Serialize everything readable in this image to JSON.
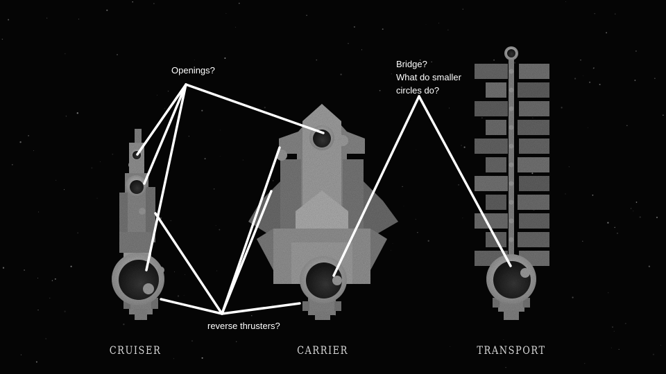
{
  "annotations": {
    "openings": "Openings?",
    "bridge_line1": "Bridge?",
    "bridge_line2": "What do smaller",
    "bridge_line3": "circles do?",
    "thrusters": "reverse thrusters?"
  },
  "ships": {
    "cruiser": "CRUISER",
    "carrier": "CARRIER",
    "transport": "TRANSPORT"
  },
  "colors": {
    "background": "#050505",
    "hull_light": "#bdbdbd",
    "hull_mid": "#8a8a8a",
    "hull_dark": "#5a5a5a",
    "annotation_line": "#ffffff"
  }
}
